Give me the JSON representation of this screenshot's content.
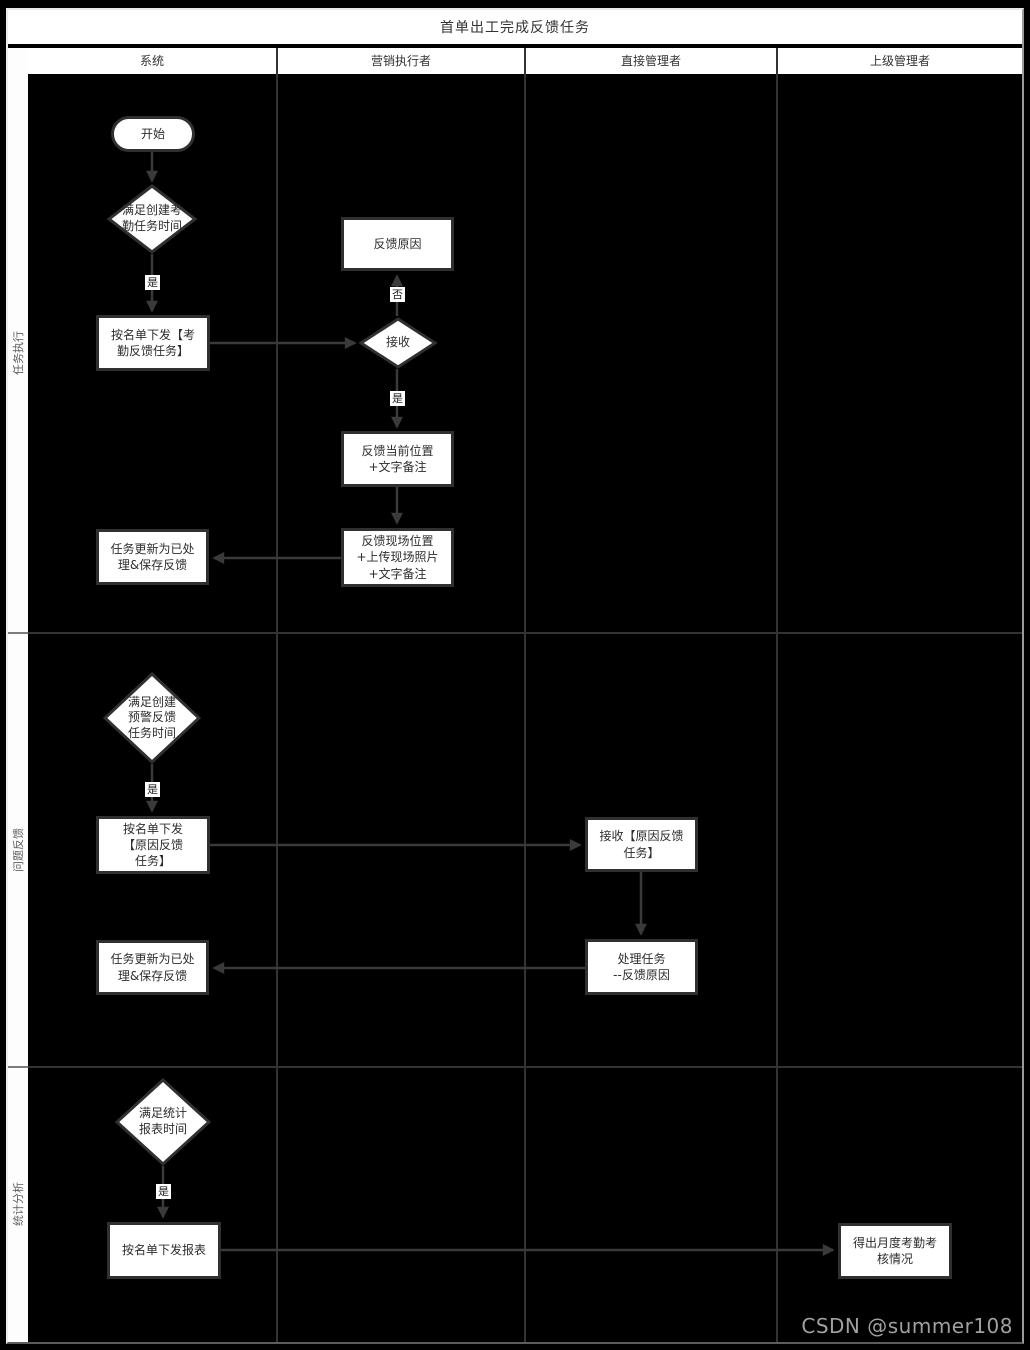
{
  "title": "首单出工完成反馈任务",
  "columns": [
    "系统",
    "营销执行者",
    "直接管理者",
    "上级管理者"
  ],
  "lanes": [
    "任务执行",
    "问题反馈",
    "统计分析"
  ],
  "nodes": {
    "start": "开始",
    "cond_attendance": "满足创建考\n勤任务时间",
    "dispatch_attendance": "按名单下发【考\n勤反馈任务】",
    "feedback_reason": "反馈原因",
    "receive": "接收",
    "feedback_current": "反馈当前位置\n+文字备注",
    "feedback_site": "反馈现场位置\n+上传现场照片\n+文字备注",
    "task_updated_1": "任务更新为已处\n理&保存反馈",
    "cond_warning": "满足创建\n预警反馈\n任务时间",
    "dispatch_reason": "按名单下发\n【原因反馈\n任务】",
    "receive_reason": "接收【原因反馈\n任务】",
    "handle_task": "处理任务\n--反馈原因",
    "task_updated_2": "任务更新为已处\n理&保存反馈",
    "cond_report": "满足统计\n报表时间",
    "dispatch_report": "按名单下发报表",
    "monthly_result": "得出月度考勤考\n核情况"
  },
  "edge_labels": {
    "yes": "是",
    "no": "否"
  },
  "watermark": "CSDN @summer108",
  "colors": {
    "canvas": "#000000",
    "node_fill": "#ffffff",
    "node_border": "#303030",
    "arrow": "#3a3a3a",
    "grid_line": "#333333",
    "header_text": "#333333",
    "lane_text": "#5f5f5f",
    "watermark": "#a0a0a0"
  }
}
